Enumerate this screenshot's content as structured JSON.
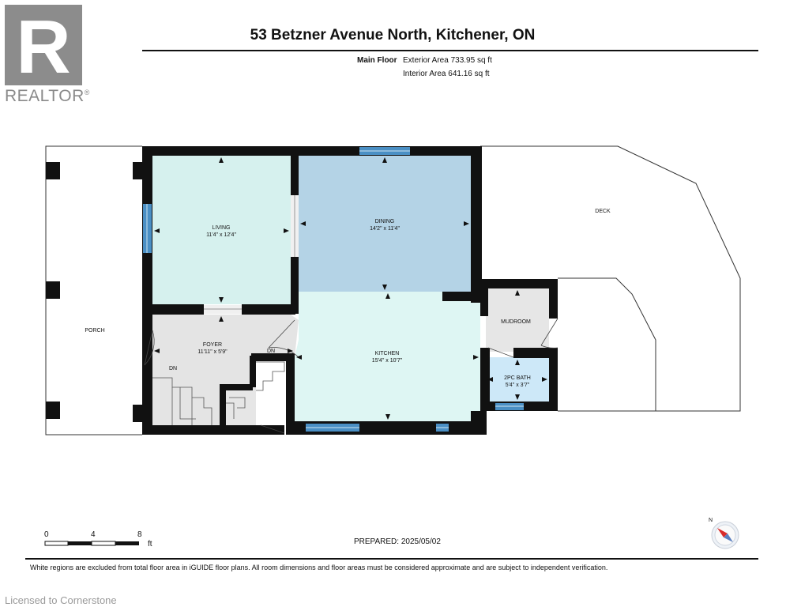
{
  "brand": {
    "logo_letter": "R",
    "logo_text": "REALTOR",
    "trademark": "®"
  },
  "header": {
    "title": "53 Betzner Avenue North, Kitchener, ON"
  },
  "floor_info": {
    "floor_name": "Main Floor",
    "exterior_area": "Exterior Area 733.95 sq ft",
    "interior_area": "Interior Area 641.16 sq ft"
  },
  "rooms": {
    "living": {
      "name": "LIVING",
      "dims": "11'4\" x 12'4\""
    },
    "dining": {
      "name": "DINING",
      "dims": "14'2\" x 11'4\""
    },
    "deck": {
      "name": "DECK"
    },
    "porch": {
      "name": "PORCH"
    },
    "foyer": {
      "name": "FOYER",
      "dims": "11'11\" x 5'9\""
    },
    "kitchen": {
      "name": "KITCHEN",
      "dims": "15'4\" x 10'7\""
    },
    "mudroom": {
      "name": "MUDROOM"
    },
    "bath": {
      "name": "2PC BATH",
      "dims": "5'4\" x 3'7\""
    }
  },
  "stairs": {
    "down_label": "DN"
  },
  "colors": {
    "living": "#d6f1ee",
    "dining": "#b4d3e6",
    "kitchen": "#def6f3",
    "foyer": "#e4e4e4",
    "bath": "#cde8f8",
    "window": "#4a8fc4",
    "wall": "#111111"
  },
  "scale": {
    "zero": "0",
    "four": "4",
    "eight": "8",
    "unit": "ft"
  },
  "prepared": "PREPARED: 2025/05/02",
  "compass": {
    "north_label": "N"
  },
  "disclaimer": "White regions are excluded from total floor area in iGUIDE floor plans. All room dimensions and floor areas must be considered approximate and are subject to independent verification.",
  "license": "Licensed to Cornerstone"
}
